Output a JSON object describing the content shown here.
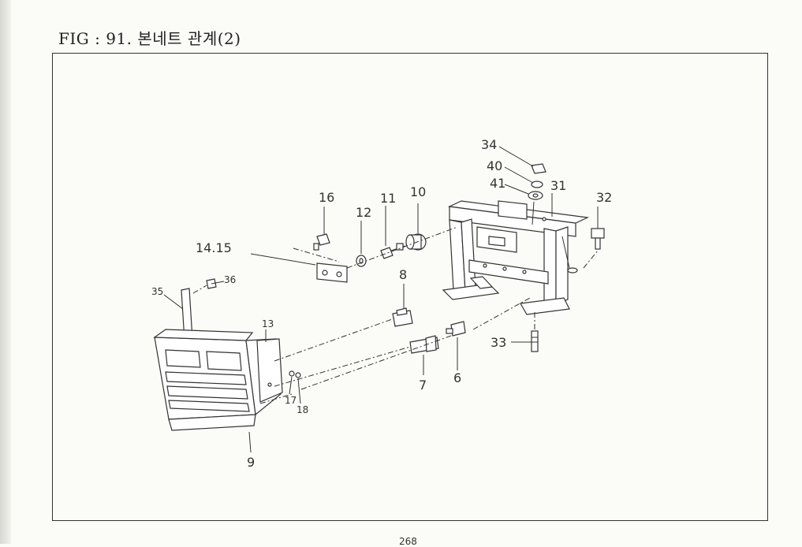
{
  "figure": {
    "title": "FIG : 91. 본네트 관계(2)",
    "page_number": "268"
  },
  "callouts": {
    "c34": "34",
    "c40": "40",
    "c41": "41",
    "c31": "31",
    "c32": "32",
    "c33": "33",
    "c16": "16",
    "c12": "12",
    "c11": "11",
    "c10": "10",
    "c14_15": "14.15",
    "c8": "8",
    "c36": "36",
    "c35": "35",
    "c13": "13",
    "c6": "6",
    "c7": "7",
    "c17": "17",
    "c18": "18",
    "c9": "9"
  }
}
